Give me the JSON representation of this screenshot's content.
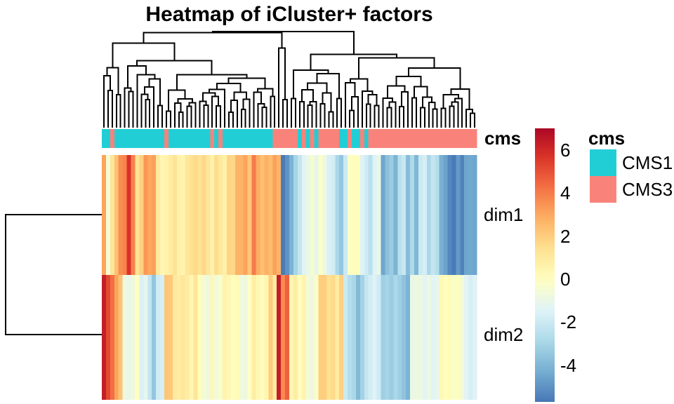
{
  "chart_data": {
    "type": "heatmap",
    "title": "Heatmap of iCluster+ factors",
    "rows": [
      "dim1",
      "dim2"
    ],
    "n_samples": 90,
    "has_column_dendrogram": true,
    "has_row_dendrogram": true,
    "values": {
      "dim1": [
        3.1,
        -0.5,
        1.2,
        2.3,
        3.6,
        3.8,
        5.7,
        3.9,
        1.3,
        1.9,
        3.4,
        3.0,
        3.2,
        1.0,
        0.4,
        0.6,
        0.9,
        1.3,
        0.6,
        0.5,
        1.1,
        1.4,
        1.6,
        1.3,
        1.7,
        1.1,
        0.6,
        1.5,
        1.0,
        0.7,
        1.8,
        1.7,
        2.7,
        2.7,
        3.1,
        2.2,
        4.0,
        2.9,
        2.4,
        2.8,
        2.5,
        3.2,
        2.7,
        -5.6,
        -5.0,
        -4.1,
        -3.0,
        -2.2,
        -1.4,
        -1.0,
        -0.4,
        -1.1,
        -0.15,
        -0.9,
        -1.6,
        -1.8,
        -2.9,
        -3.5,
        -2.0,
        -0.1,
        0.1,
        0.1,
        -1.5,
        -1.9,
        -2.5,
        -1.5,
        -1.0,
        -4.5,
        -3.7,
        -3.3,
        -4.1,
        -2.5,
        -2.1,
        -3.8,
        -2.8,
        -4.0,
        -2.0,
        -1.7,
        -2.9,
        -2.2,
        -2.6,
        -4.2,
        -4.6,
        -5.3,
        -5.6,
        -4.8,
        -5.4,
        -4.5,
        -4.4,
        -4.5
      ],
      "dim2": [
        6.3,
        5.2,
        4.3,
        3.1,
        2.3,
        -0.8,
        -1.0,
        -0.7,
        -0.05,
        -1.6,
        -1.2,
        -2.2,
        -3.5,
        -1.9,
        -1.7,
        2.2,
        2.1,
        1.0,
        0.85,
        1.1,
        0.9,
        0.4,
        1.2,
        0.1,
        -0.5,
        -0.8,
        0.35,
        -0.65,
        -0.3,
        0.5,
        0.35,
        0.1,
        0.25,
        -0.7,
        -0.8,
        -0.15,
        0.85,
        0.35,
        0.1,
        0.45,
        2.0,
        0.85,
        6.3,
        3.7,
        4.6,
        0.4,
        0.8,
        0.1,
        0.55,
        -0.55,
        -0.8,
        -0.25,
        1.95,
        1.95,
        1.4,
        1.6,
        0.9,
        1.9,
        -2.0,
        -2.6,
        -2.9,
        -3.9,
        -3.1,
        -2.2,
        -1.8,
        -1.5,
        -1.9,
        -3.2,
        -3.0,
        -3.3,
        -2.9,
        -3.2,
        -3.6,
        -4.1,
        -1.0,
        -0.8,
        -0.9,
        -1.3,
        -0.85,
        -1.35,
        -1.2,
        0.3,
        0.05,
        0.2,
        -0.3,
        0.1,
        -0.6,
        -1.3,
        -1.7,
        -1.5
      ]
    },
    "column_annotation": {
      "label": "cms",
      "classes": [
        "CMS1",
        "CMS3"
      ],
      "colors": {
        "CMS1": "#22CED5",
        "CMS3": "#F9837B"
      },
      "values": [
        "CMS1",
        "CMS1",
        "CMS3",
        "CMS1",
        "CMS1",
        "CMS1",
        "CMS1",
        "CMS1",
        "CMS1",
        "CMS1",
        "CMS1",
        "CMS1",
        "CMS1",
        "CMS1",
        "CMS1",
        "CMS3",
        "CMS1",
        "CMS1",
        "CMS1",
        "CMS1",
        "CMS1",
        "CMS1",
        "CMS1",
        "CMS1",
        "CMS1",
        "CMS1",
        "CMS3",
        "CMS1",
        "CMS3",
        "CMS1",
        "CMS1",
        "CMS1",
        "CMS1",
        "CMS1",
        "CMS1",
        "CMS1",
        "CMS1",
        "CMS1",
        "CMS1",
        "CMS1",
        "CMS1",
        "CMS3",
        "CMS3",
        "CMS3",
        "CMS3",
        "CMS3",
        "CMS3",
        "CMS1",
        "CMS3",
        "CMS1",
        "CMS3",
        "CMS1",
        "CMS3",
        "CMS3",
        "CMS3",
        "CMS3",
        "CMS3",
        "CMS1",
        "CMS1",
        "CMS3",
        "CMS1",
        "CMS1",
        "CMS3",
        "CMS1",
        "CMS3",
        "CMS3",
        "CMS3",
        "CMS3",
        "CMS3",
        "CMS3",
        "CMS3",
        "CMS3",
        "CMS3",
        "CMS3",
        "CMS3",
        "CMS3",
        "CMS3",
        "CMS3",
        "CMS3",
        "CMS3",
        "CMS3",
        "CMS3",
        "CMS3",
        "CMS3",
        "CMS3",
        "CMS3",
        "CMS3",
        "CMS3",
        "CMS3",
        "CMS3"
      ]
    },
    "colormap": {
      "name": "RdYlBu-reversed",
      "stops_low_to_high": [
        "#313695",
        "#4575B4",
        "#74ADD1",
        "#ABD9E9",
        "#E0F3F8",
        "#FFFFBF",
        "#FEE090",
        "#FDAE61",
        "#F46D43",
        "#D73027",
        "#A50026"
      ],
      "value_domain": [
        -7.2,
        7.2
      ]
    },
    "colorbar": {
      "top_value": 7.0,
      "bottom_value": -5.7,
      "ticks": [
        "6",
        "4",
        "2",
        "0",
        "-2",
        "-4"
      ],
      "tick_values": [
        6,
        4,
        2,
        0,
        -2,
        -4
      ]
    },
    "legend": {
      "title": "cms",
      "entries": [
        {
          "label": "CMS1",
          "class": "CMS1"
        },
        {
          "label": "CMS3",
          "class": "CMS3"
        }
      ]
    }
  }
}
